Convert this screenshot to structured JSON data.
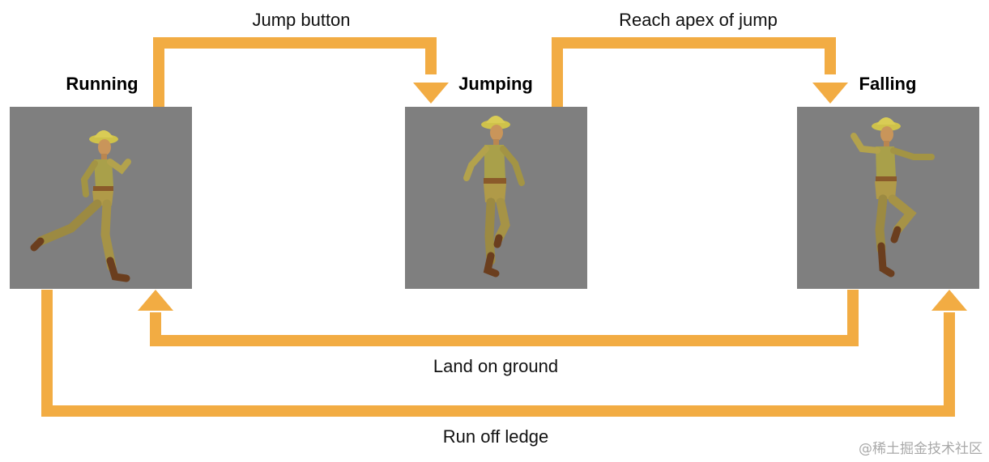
{
  "colors": {
    "arrow": "#F2AC43",
    "panel": "#7F7F7F",
    "background": "#FFFFFF",
    "text": "#000000"
  },
  "states": [
    {
      "id": "running",
      "label": "Running",
      "pose": "running"
    },
    {
      "id": "jumping",
      "label": "Jumping",
      "pose": "jumping"
    },
    {
      "id": "falling",
      "label": "Falling",
      "pose": "falling"
    }
  ],
  "transitions": [
    {
      "from": "running",
      "to": "jumping",
      "label": "Jump button"
    },
    {
      "from": "jumping",
      "to": "falling",
      "label": "Reach apex of jump"
    },
    {
      "from": "falling",
      "to": "running",
      "label": "Land on ground"
    },
    {
      "from": "running",
      "to": "falling",
      "label": "Run off ledge"
    }
  ],
  "watermark": "@稀土掘金技术社区"
}
